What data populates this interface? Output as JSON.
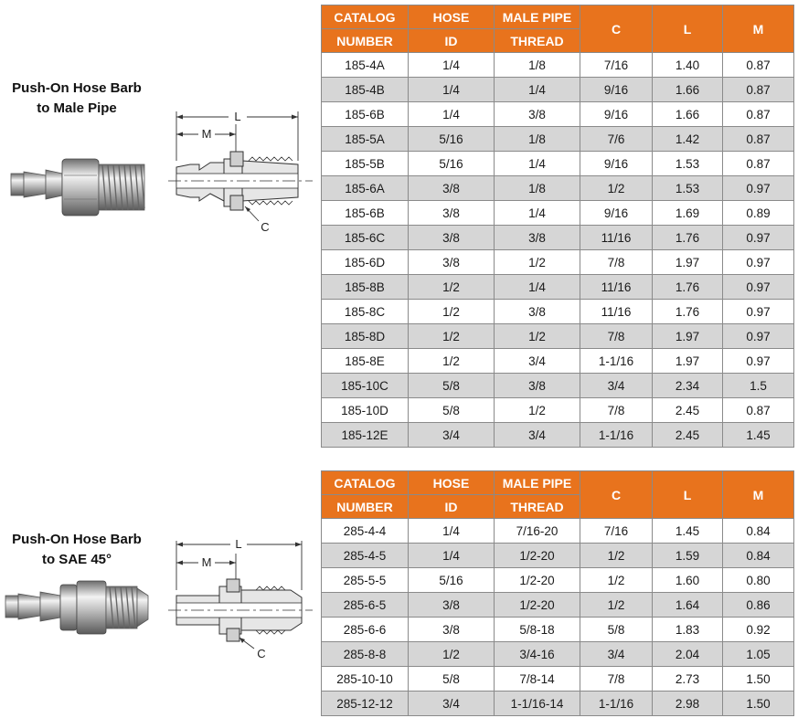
{
  "sections": [
    {
      "title_line1": "Push-On Hose Barb",
      "title_line2": "to Male Pipe",
      "drawing_labels": {
        "L": "L",
        "M": "M",
        "C": "C"
      },
      "headers": {
        "catalog_top": "CATALOG",
        "catalog_bottom": "NUMBER",
        "hose_top": "HOSE",
        "hose_bottom": "ID",
        "pipe_top": "MALE PIPE",
        "pipe_bottom": "THREAD",
        "c": "C",
        "l": "L",
        "m": "M"
      },
      "rows": [
        [
          "185-4A",
          "1/4",
          "1/8",
          "7/16",
          "1.40",
          "0.87"
        ],
        [
          "185-4B",
          "1/4",
          "1/4",
          "9/16",
          "1.66",
          "0.87"
        ],
        [
          "185-6B",
          "1/4",
          "3/8",
          "9/16",
          "1.66",
          "0.87"
        ],
        [
          "185-5A",
          "5/16",
          "1/8",
          "7/6",
          "1.42",
          "0.87"
        ],
        [
          "185-5B",
          "5/16",
          "1/4",
          "9/16",
          "1.53",
          "0.87"
        ],
        [
          "185-6A",
          "3/8",
          "1/8",
          "1/2",
          "1.53",
          "0.97"
        ],
        [
          "185-6B",
          "3/8",
          "1/4",
          "9/16",
          "1.69",
          "0.89"
        ],
        [
          "185-6C",
          "3/8",
          "3/8",
          "11/16",
          "1.76",
          "0.97"
        ],
        [
          "185-6D",
          "3/8",
          "1/2",
          "7/8",
          "1.97",
          "0.97"
        ],
        [
          "185-8B",
          "1/2",
          "1/4",
          "11/16",
          "1.76",
          "0.97"
        ],
        [
          "185-8C",
          "1/2",
          "3/8",
          "11/16",
          "1.76",
          "0.97"
        ],
        [
          "185-8D",
          "1/2",
          "1/2",
          "7/8",
          "1.97",
          "0.97"
        ],
        [
          "185-8E",
          "1/2",
          "3/4",
          "1-1/16",
          "1.97",
          "0.97"
        ],
        [
          "185-10C",
          "5/8",
          "3/8",
          "3/4",
          "2.34",
          "1.5"
        ],
        [
          "185-10D",
          "5/8",
          "1/2",
          "7/8",
          "2.45",
          "0.87"
        ],
        [
          "185-12E",
          "3/4",
          "3/4",
          "1-1/16",
          "2.45",
          "1.45"
        ]
      ]
    },
    {
      "title_line1": "Push-On Hose Barb",
      "title_line2": "to SAE 45°",
      "drawing_labels": {
        "L": "L",
        "M": "M",
        "C": "C"
      },
      "headers": {
        "catalog_top": "CATALOG",
        "catalog_bottom": "NUMBER",
        "hose_top": "HOSE",
        "hose_bottom": "ID",
        "pipe_top": "MALE PIPE",
        "pipe_bottom": "THREAD",
        "c": "C",
        "l": "L",
        "m": "M"
      },
      "rows": [
        [
          "285-4-4",
          "1/4",
          "7/16-20",
          "7/16",
          "1.45",
          "0.84"
        ],
        [
          "285-4-5",
          "1/4",
          "1/2-20",
          "1/2",
          "1.59",
          "0.84"
        ],
        [
          "285-5-5",
          "5/16",
          "1/2-20",
          "1/2",
          "1.60",
          "0.80"
        ],
        [
          "285-6-5",
          "3/8",
          "1/2-20",
          "1/2",
          "1.64",
          "0.86"
        ],
        [
          "285-6-6",
          "3/8",
          "5/8-18",
          "5/8",
          "1.83",
          "0.92"
        ],
        [
          "285-8-8",
          "1/2",
          "3/4-16",
          "3/4",
          "2.04",
          "1.05"
        ],
        [
          "285-10-10",
          "5/8",
          "7/8-14",
          "7/8",
          "2.73",
          "1.50"
        ],
        [
          "285-12-12",
          "3/4",
          "1-1/16-14",
          "1-1/16",
          "2.98",
          "1.50"
        ]
      ]
    }
  ],
  "colors": {
    "header_orange": "#e8731d",
    "row_shade": "#d6d6d6",
    "border": "#8a8a8a"
  },
  "icons": {
    "fitting_photo": "hose-barb-fitting-photo",
    "drawing": "cross-section-drawing"
  }
}
